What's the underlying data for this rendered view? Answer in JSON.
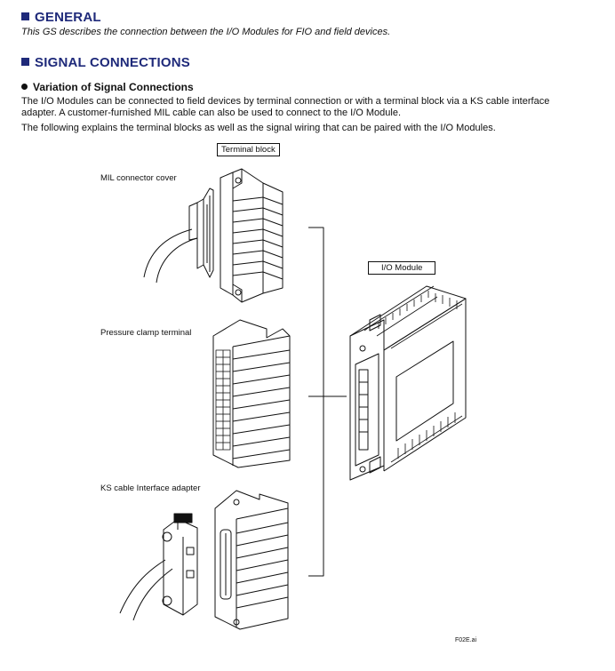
{
  "general": {
    "title": "GENERAL",
    "description": "This GS describes the connection between the I/O Modules for FIO and field devices."
  },
  "signal": {
    "title": "SIGNAL CONNECTIONS",
    "subheading": "Variation of Signal Connections",
    "paragraph1": "The I/O Modules can be connected to field devices by terminal connection or with a terminal block via a KS cable interface adapter. A customer-furnished MIL cable can also be used to connect to the I/O Module.",
    "paragraph2": "The following explains the terminal blocks as well as the signal wiring that can be paired with the I/O Modules."
  },
  "figure": {
    "terminal_block_label": "Terminal block",
    "mil_cover_label": "MIL connector cover",
    "pressure_clamp_label": "Pressure clamp terminal",
    "ks_adapter_label": "KS cable Interface adapter",
    "io_module_label": "I/O Module",
    "file_name": "F02E.ai"
  },
  "colors": {
    "heading": "#1f2a7a",
    "line": "#111111"
  }
}
